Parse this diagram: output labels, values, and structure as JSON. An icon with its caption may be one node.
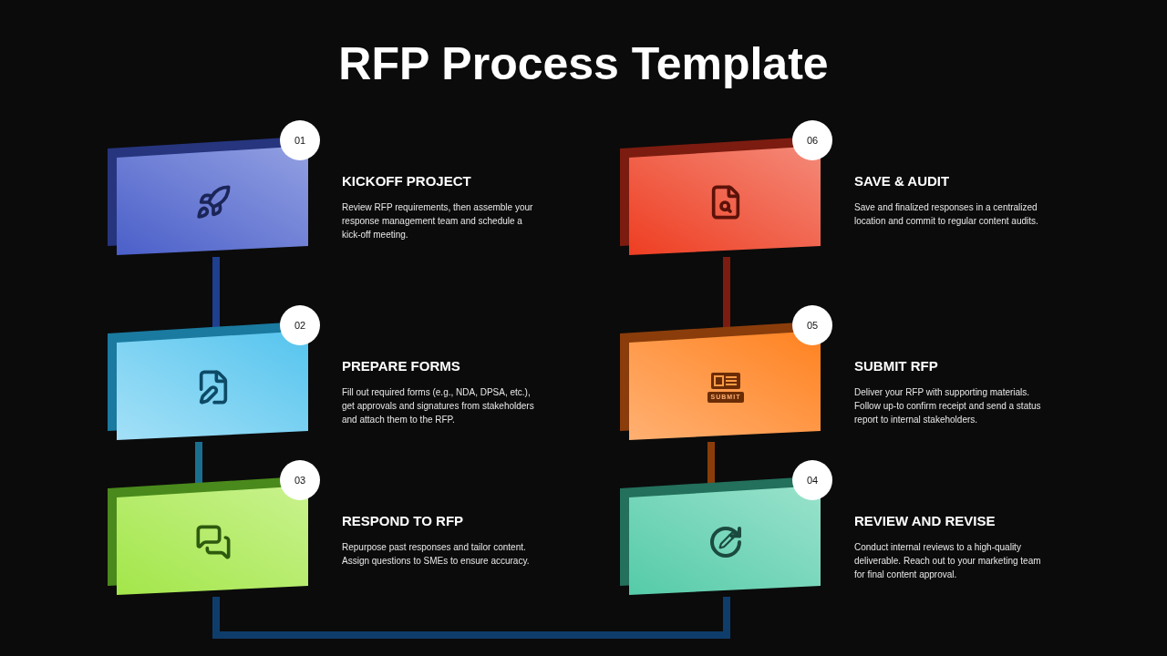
{
  "diagram": {
    "title": "RFP Process Template",
    "nodes": [
      {
        "text": [
          "01",
          "KICKOFF PROJECT",
          "Review RFP requirements, then assemble your response management team and schedule a kick-off meeting."
        ]
      },
      {
        "text": [
          "02",
          "PREPARE FORMS",
          "Fill out required forms (e.g., NDA, DPSA, etc.), get approvals and signatures from stakeholders and attach them to the RFP."
        ]
      },
      {
        "text": [
          "03",
          "RESPOND TO RFP",
          "Repurpose past responses and tailor content. Assign questions to SMEs to ensure accuracy."
        ]
      },
      {
        "text": [
          "04",
          "REVIEW AND REVISE",
          "Conduct internal reviews to a high-quality deliverable. Reach out to your marketing team for final content approval."
        ]
      },
      {
        "text": [
          "05",
          "SUBMIT RFP",
          "Deliver your RFP with supporting materials. Follow up-to confirm receipt and send a status report to internal stakeholders."
        ]
      },
      {
        "text": [
          "06",
          "SAVE & AUDIT",
          "Save and finalized responses in a centralized location and commit to regular content audits."
        ]
      }
    ],
    "edges": [
      {
        "from": 0,
        "to": 1,
        "arrow": "none",
        "color": "#1f3f8f"
      },
      {
        "from": 1,
        "to": 2,
        "arrow": "none",
        "color": "#1a6f90"
      },
      {
        "from": 2,
        "to": 3,
        "arrow": "none",
        "color": "#0f3d6b"
      },
      {
        "from": 3,
        "to": 4,
        "arrow": "none",
        "color": "#8a3d0a"
      },
      {
        "from": 4,
        "to": 5,
        "arrow": "none",
        "color": "#7c1c10"
      }
    ],
    "labels": [
      "SUBMIT"
    ]
  }
}
